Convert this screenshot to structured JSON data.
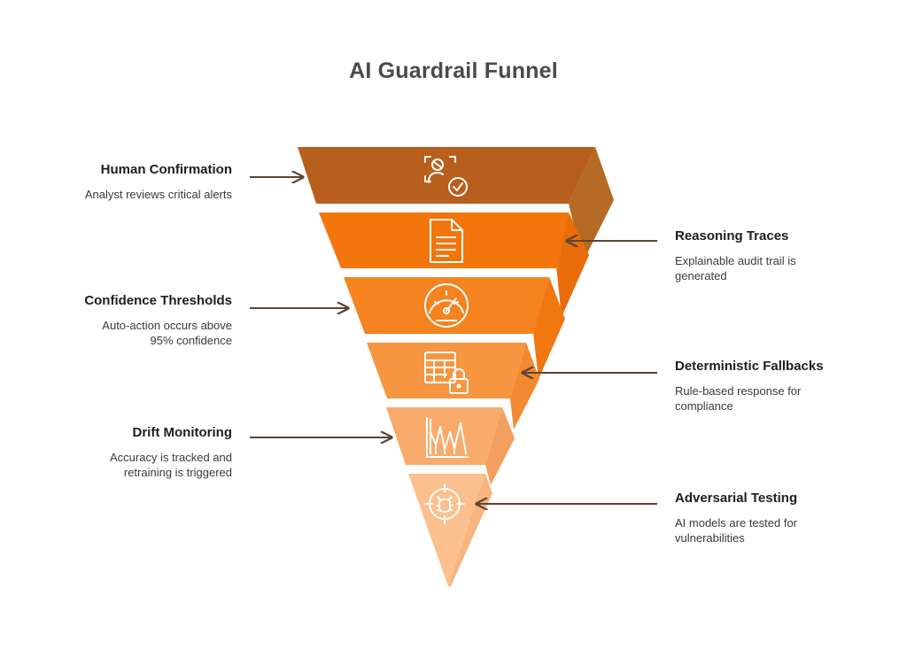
{
  "title": "AI Guardrail Funnel",
  "colors": {
    "arrow": "#5a4536",
    "icon_stroke": "#ffffff",
    "layers": [
      {
        "front": "#b95f1d",
        "side": "#b46a22"
      },
      {
        "front": "#f2760c",
        "side": "#e86c0a"
      },
      {
        "front": "#f5831f",
        "side": "#f0780e"
      },
      {
        "front": "#f79541",
        "side": "#f18a30"
      },
      {
        "front": "#f9ab6c",
        "side": "#f4a060"
      },
      {
        "front": "#fbc08d",
        "side": "#f8b47d"
      }
    ]
  },
  "stages": [
    {
      "heading": "Human Confirmation",
      "description": "Analyst reviews critical alerts",
      "side": "left",
      "icon": "user-check-icon"
    },
    {
      "heading": "Reasoning Traces",
      "description": "Explainable audit trail is generated",
      "side": "right",
      "icon": "document-icon"
    },
    {
      "heading": "Confidence Thresholds",
      "description": "Auto-action occurs above 95% confidence",
      "side": "left",
      "icon": "gauge-icon"
    },
    {
      "heading": "Deterministic Fallbacks",
      "description": "Rule-based response for compliance",
      "side": "right",
      "icon": "table-lock-icon"
    },
    {
      "heading": "Drift Monitoring",
      "description": "Accuracy is tracked and retraining is triggered",
      "side": "left",
      "icon": "chart-drift-icon"
    },
    {
      "heading": "Adversarial Testing",
      "description": "AI models are tested for vulnerabilities",
      "side": "right",
      "icon": "target-bug-icon"
    }
  ]
}
